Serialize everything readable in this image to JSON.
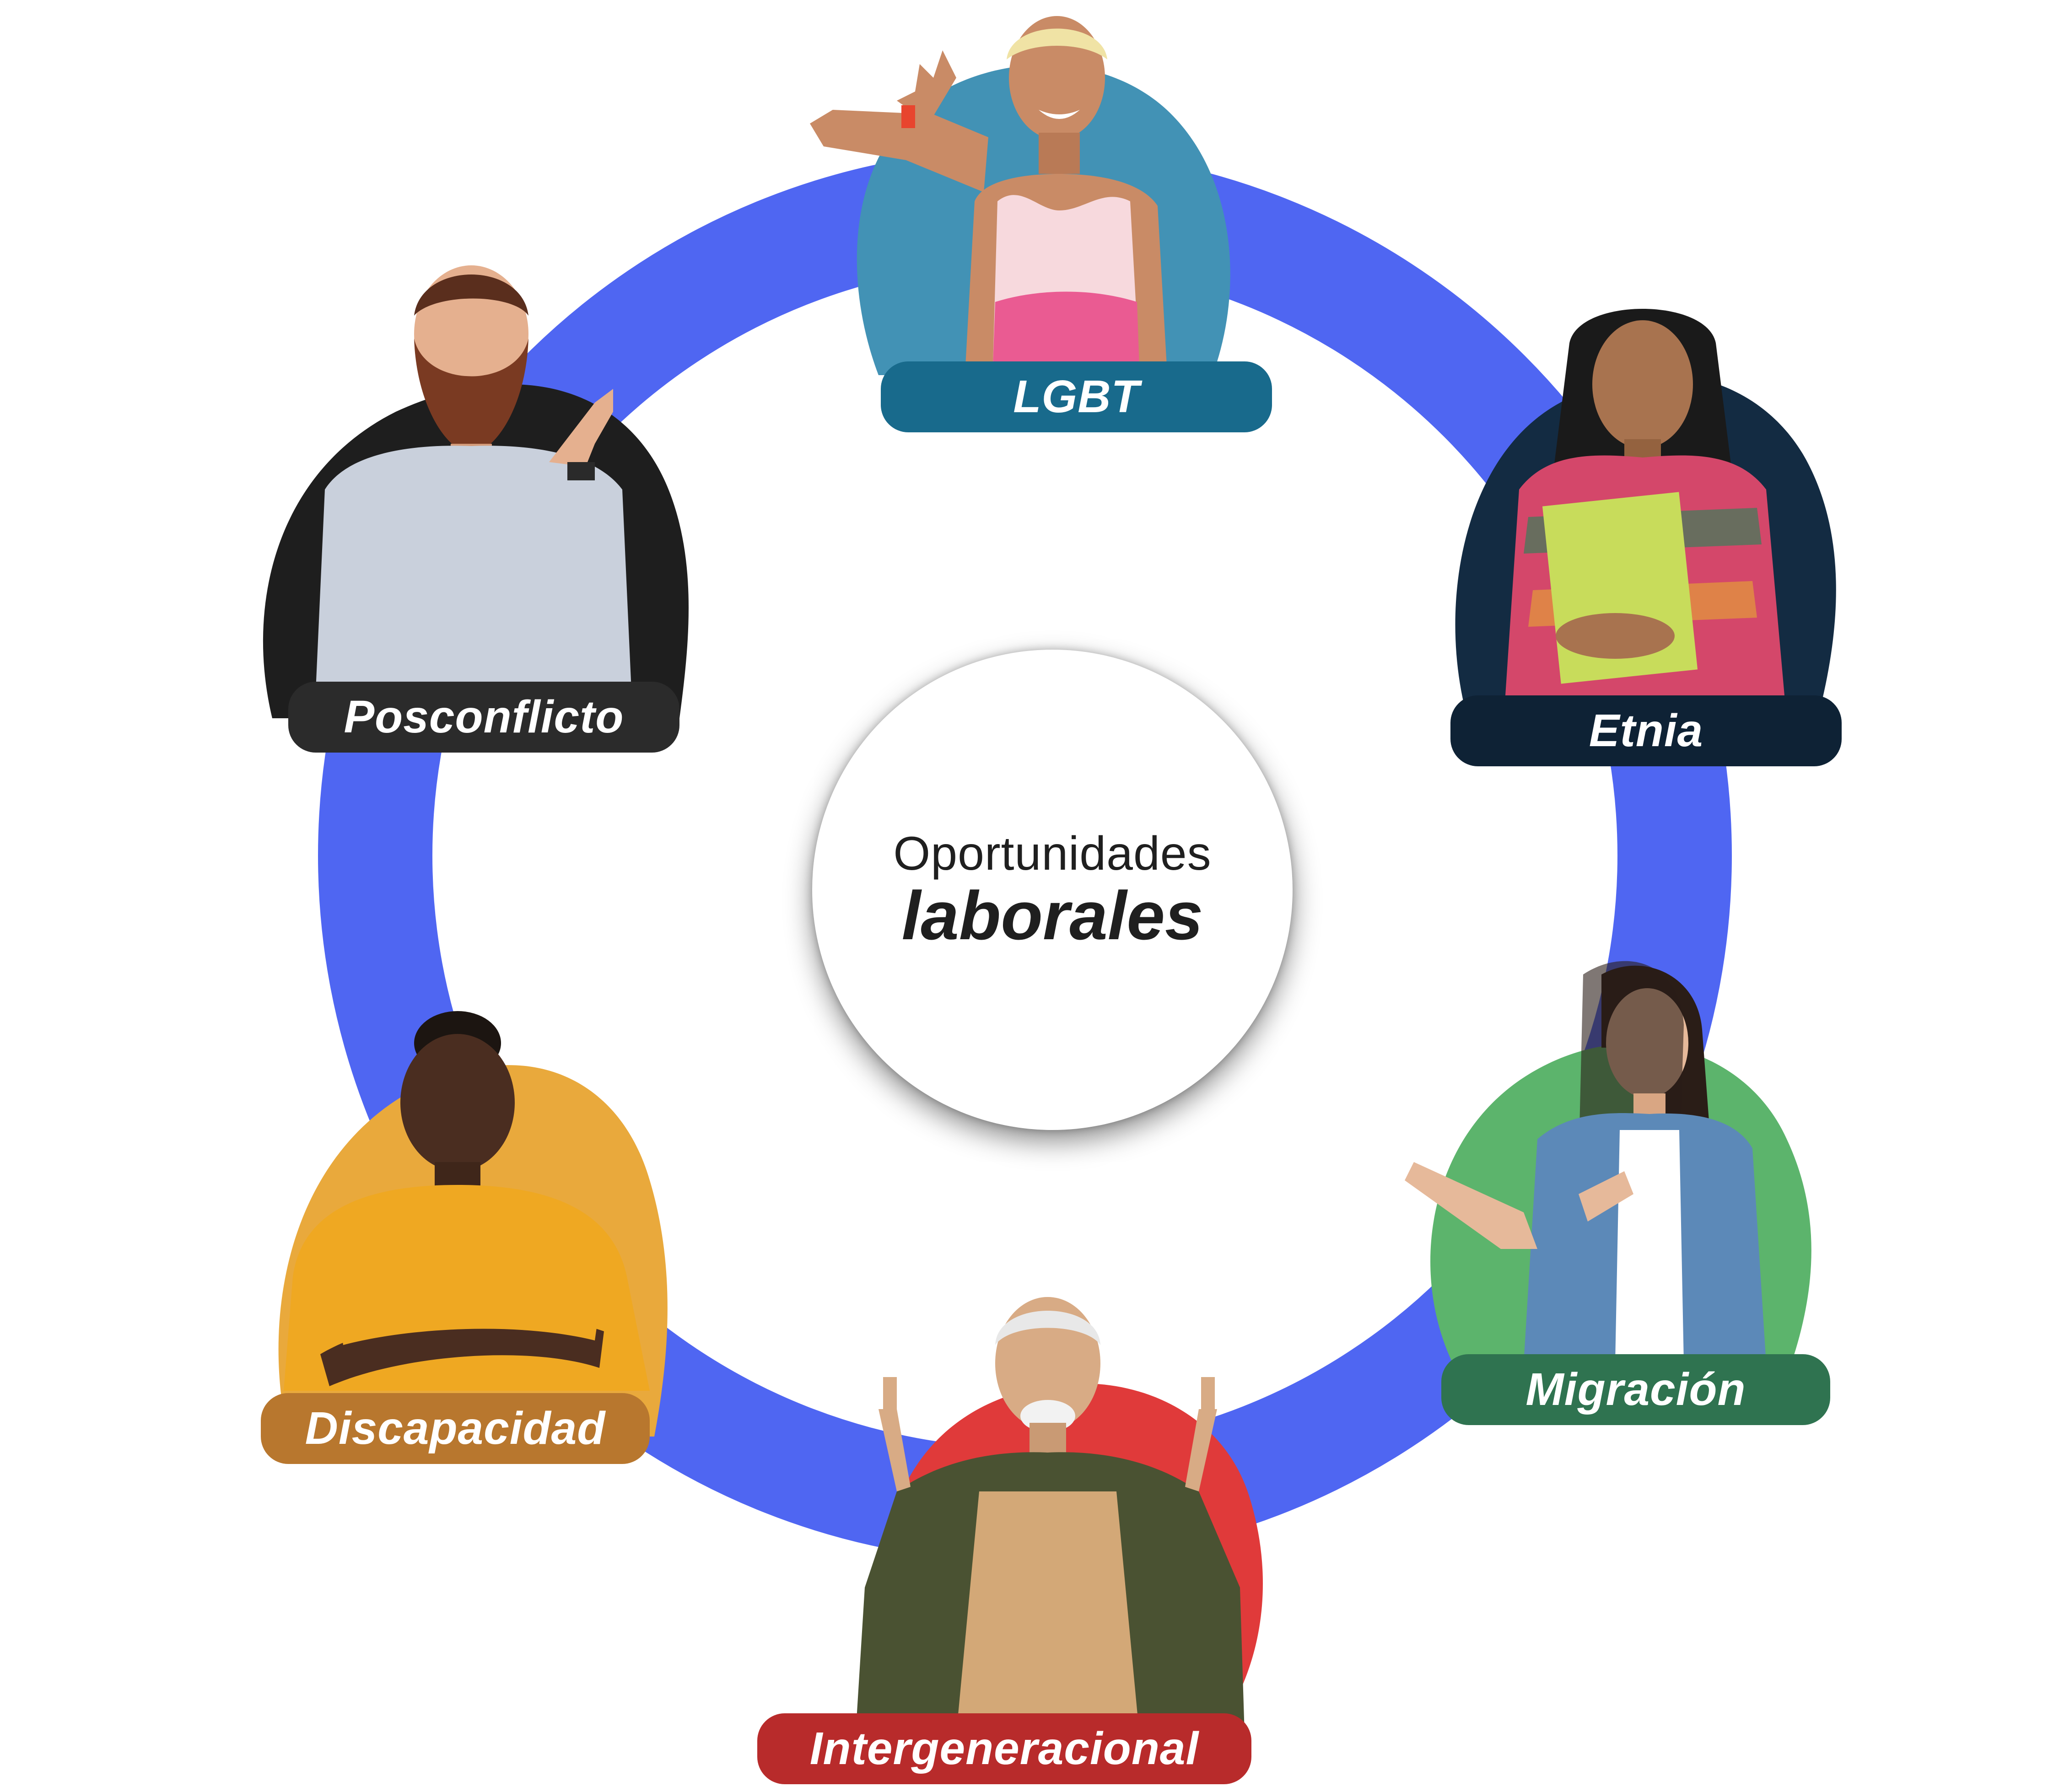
{
  "center": {
    "line1": "Oportunidades",
    "line2": "laborales"
  },
  "colors": {
    "ring": "#4f66f2",
    "lgbt": "#4292b5",
    "etnia": "#132b42",
    "migracion": "#5cb46c",
    "intergeneracional": "#e03a3a",
    "discapacidad": "#e9a93c",
    "posconflicto": "#1e1e1e"
  },
  "categories": [
    {
      "id": "lgbt",
      "label": "LGBT",
      "icon": "person-peace-sign-icon",
      "pill_color": "#186a8c"
    },
    {
      "id": "etnia",
      "label": "Etnia",
      "icon": "woman-holding-notebooks-icon",
      "pill_color": "#0e2235"
    },
    {
      "id": "migracion",
      "label": "Migración",
      "icon": "woman-pointing-icon",
      "pill_color": "#2f7350"
    },
    {
      "id": "intergeneracional",
      "label": "Intergeneracional",
      "icon": "elder-pointing-up-icon",
      "pill_color": "#b82b2b"
    },
    {
      "id": "discapacidad",
      "label": "Discapacidad",
      "icon": "woman-arms-crossed-icon",
      "pill_color": "#b8772e"
    },
    {
      "id": "posconflicto",
      "label": "Posconflicto",
      "icon": "man-thumbs-up-icon",
      "pill_color": "#2b2b2b"
    }
  ]
}
